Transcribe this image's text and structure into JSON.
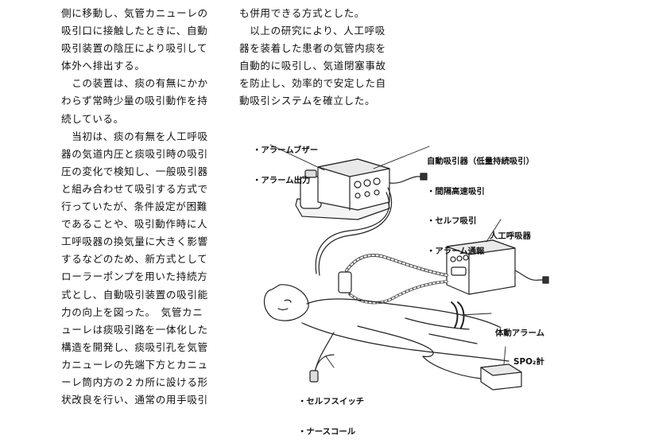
{
  "left_column": {
    "lines": [
      "側に移動し、気管カニューレの",
      "吸引口に接触したときに、自動",
      "吸引装置の陰圧により吸引して",
      "体外へ排出する。",
      "　この装置は、痰の有無にかか",
      "わらず常時少量の吸引動作を持",
      "続している。",
      "　当初は、痰の有無を人工呼吸",
      "器の気道内圧と痰吸引時の吸引",
      "圧の変化で検知し、一般吸引器",
      "と組み合わせて吸引する方式で",
      "行っていたが、条件設定が困難",
      "であることや、吸引動作時に人",
      "工呼吸器の換気量に大きく影響",
      "するなどのため、新方式として",
      "ローラーポンプを用いた持続方",
      "式とし、自動吸引装置の吸引能",
      "力の向上を図った。　気管カニ",
      "ューレは痰吸引路を一体化した",
      "構造を開発し、痰吸引孔を気管",
      "カニューレの先端下方とカニュ",
      "ーレ筒内方の２カ所に設ける形",
      "状改良を行い、通常の用手吸引"
    ]
  },
  "right_column": {
    "lines": [
      "も併用できる方式とした。",
      "　以上の研究により、人工呼吸",
      "器を装着した患者の気管内痰を",
      "自動的に吸引し、気道閉塞事故",
      "を防止し、効率的で安定した自",
      "動吸引システムを確立した。"
    ]
  },
  "figure": {
    "labels": {
      "alarm": [
        "・アラームブザー",
        "・アラーム出力"
      ],
      "suction_device": [
        "自動吸引器（低量持続吸引）",
        "・間隔高速吸引",
        "・セルフ吸引",
        "・アラーム通報"
      ],
      "ventilator": "人工呼吸器",
      "motion_alarm": "体動アラーム",
      "spo2": "SPO₂計",
      "switch": [
        "・セルフスイッチ",
        "・ナースコール"
      ]
    }
  }
}
